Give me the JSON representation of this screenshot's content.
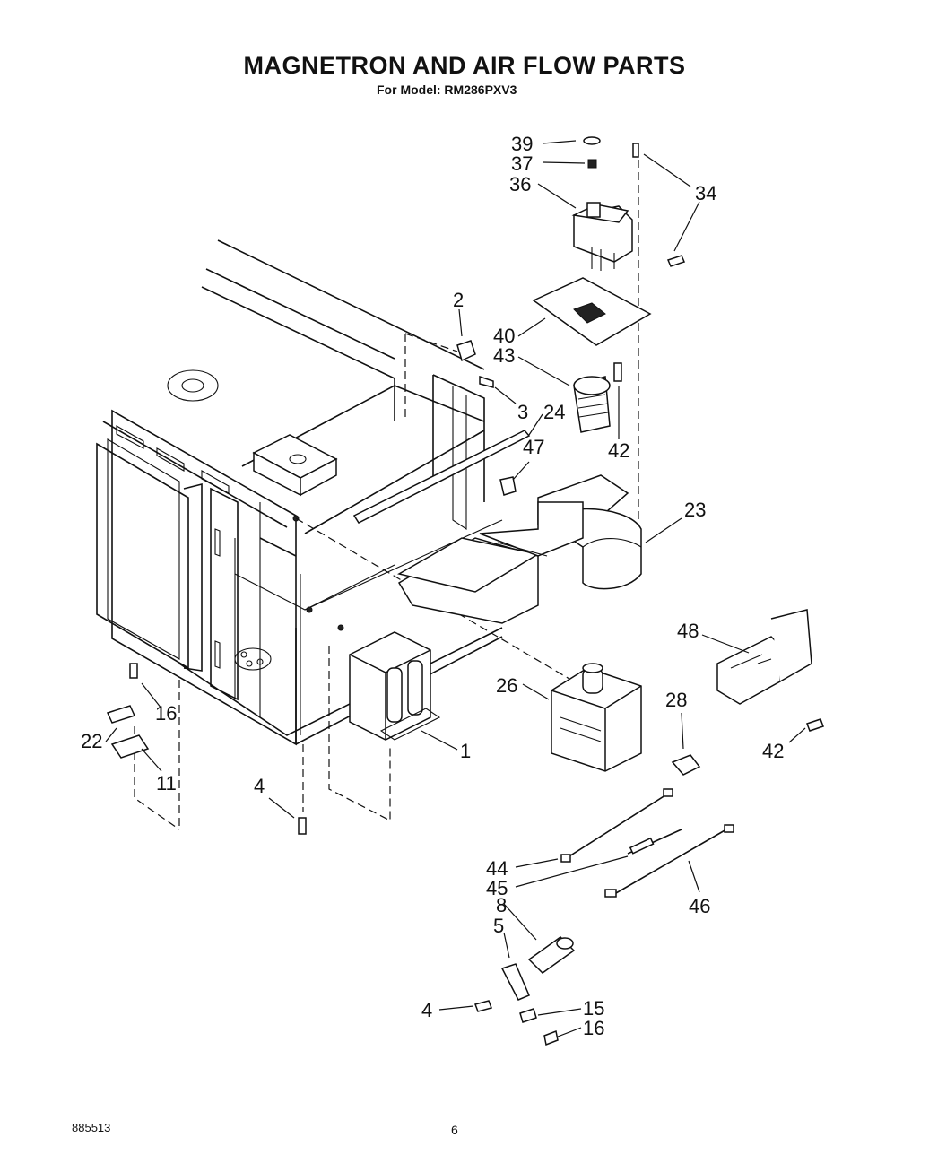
{
  "title": "MAGNETRON AND AIR FLOW PARTS",
  "subtitle": "For Model: RM286PXV3",
  "footer": {
    "doc_number": "885513",
    "page": "6"
  },
  "callouts": [
    {
      "id": "c39",
      "label": "39"
    },
    {
      "id": "c37",
      "label": "37"
    },
    {
      "id": "c36",
      "label": "36"
    },
    {
      "id": "c34",
      "label": "34"
    },
    {
      "id": "c2",
      "label": "2"
    },
    {
      "id": "c40",
      "label": "40"
    },
    {
      "id": "c43",
      "label": "43"
    },
    {
      "id": "c3",
      "label": "3"
    },
    {
      "id": "c24",
      "label": "24"
    },
    {
      "id": "c42a",
      "label": "42"
    },
    {
      "id": "c47",
      "label": "47"
    },
    {
      "id": "c23",
      "label": "23"
    },
    {
      "id": "c48",
      "label": "48"
    },
    {
      "id": "c26",
      "label": "26"
    },
    {
      "id": "c28",
      "label": "28"
    },
    {
      "id": "c42b",
      "label": "42"
    },
    {
      "id": "c16a",
      "label": "16"
    },
    {
      "id": "c22",
      "label": "22"
    },
    {
      "id": "c11",
      "label": "11"
    },
    {
      "id": "c1",
      "label": "1"
    },
    {
      "id": "c4a",
      "label": "4"
    },
    {
      "id": "c44",
      "label": "44"
    },
    {
      "id": "c45",
      "label": "45"
    },
    {
      "id": "c46",
      "label": "46"
    },
    {
      "id": "c8",
      "label": "8"
    },
    {
      "id": "c5",
      "label": "5"
    },
    {
      "id": "c4b",
      "label": "4"
    },
    {
      "id": "c15",
      "label": "15"
    },
    {
      "id": "c16b",
      "label": "16"
    }
  ]
}
